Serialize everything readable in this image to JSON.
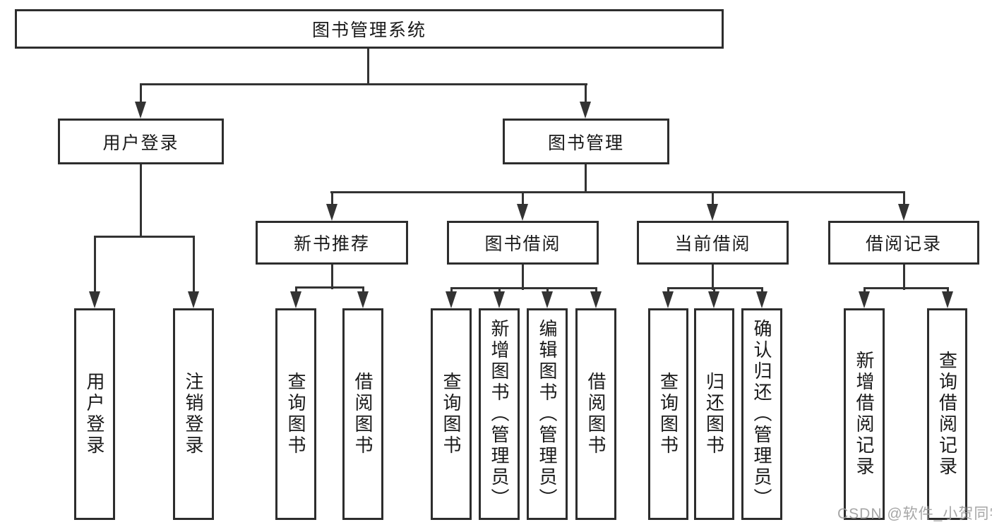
{
  "diagram": {
    "root": {
      "label": "图书管理系统"
    },
    "user_login": {
      "label": "用户登录"
    },
    "book_mgmt": {
      "label": "图书管理"
    },
    "new_book_rec": {
      "label": "新书推荐"
    },
    "book_borrow": {
      "label": "图书借阅"
    },
    "current_borrow": {
      "label": "当前借阅"
    },
    "borrow_record": {
      "label": "借阅记录"
    },
    "leaf_user_login": {
      "label": "用户登录"
    },
    "leaf_logout": {
      "label": "注销登录"
    },
    "leaf_nb_query": {
      "label": "查询图书"
    },
    "leaf_nb_borrow": {
      "label": "借阅图书"
    },
    "leaf_bb_query": {
      "label": "查询图书"
    },
    "leaf_bb_add": {
      "label": "新增图书（管理员）"
    },
    "leaf_bb_edit": {
      "label": "编辑图书（管理员）"
    },
    "leaf_bb_borrow": {
      "label": "借阅图书"
    },
    "leaf_cb_query": {
      "label": "查询图书"
    },
    "leaf_cb_return": {
      "label": "归还图书"
    },
    "leaf_cb_confirm": {
      "label": "确认归还（管理员）"
    },
    "leaf_br_add": {
      "label": "新增借阅记录"
    },
    "leaf_br_query": {
      "label": "查询借阅记录"
    }
  },
  "watermark": {
    "text": "CSDN @软件_小贺同学"
  },
  "colors": {
    "line": "#333333",
    "box_border": "#2d2d2d",
    "text": "#1a1a1a",
    "background": "#ffffff",
    "watermark": "#9e9e9e"
  }
}
